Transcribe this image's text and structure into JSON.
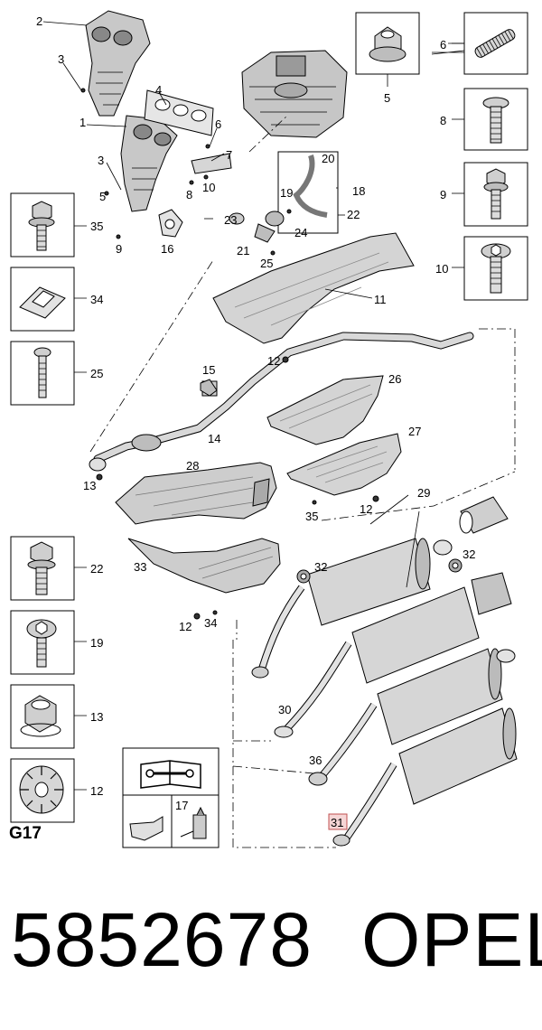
{
  "diagram": {
    "page_code": "G17",
    "part_number": "5852678",
    "brand": "OPEL",
    "highlighted_callout": "31",
    "callouts": {
      "c1": "1",
      "c2": "2",
      "c3a": "3",
      "c3b": "3",
      "c4": "4",
      "c5a": "5",
      "c5b": "5",
      "c6a": "6",
      "c6b": "6",
      "c7": "7",
      "c8a": "8",
      "c8b": "8",
      "c9a": "9",
      "c9b": "9",
      "c10a": "10",
      "c10b": "10",
      "c11": "11",
      "c12a": "12",
      "c12b": "12",
      "c12c": "12",
      "c12d": "12",
      "c13a": "13",
      "c13b": "13",
      "c14": "14",
      "c15": "15",
      "c16": "16",
      "c17": "17",
      "c18": "18",
      "c19a": "19",
      "c19b": "19",
      "c20": "20",
      "c21": "21",
      "c22a": "22",
      "c22b": "22",
      "c23": "23",
      "c24": "24",
      "c25a": "25",
      "c25b": "25",
      "c26": "26",
      "c27": "27",
      "c28": "28",
      "c29": "29",
      "c30": "30",
      "c31": "31",
      "c32a": "32",
      "c32b": "32",
      "c33": "33",
      "c34a": "34",
      "c34b": "34",
      "c35a": "35",
      "c35b": "35",
      "c36": "36"
    }
  }
}
